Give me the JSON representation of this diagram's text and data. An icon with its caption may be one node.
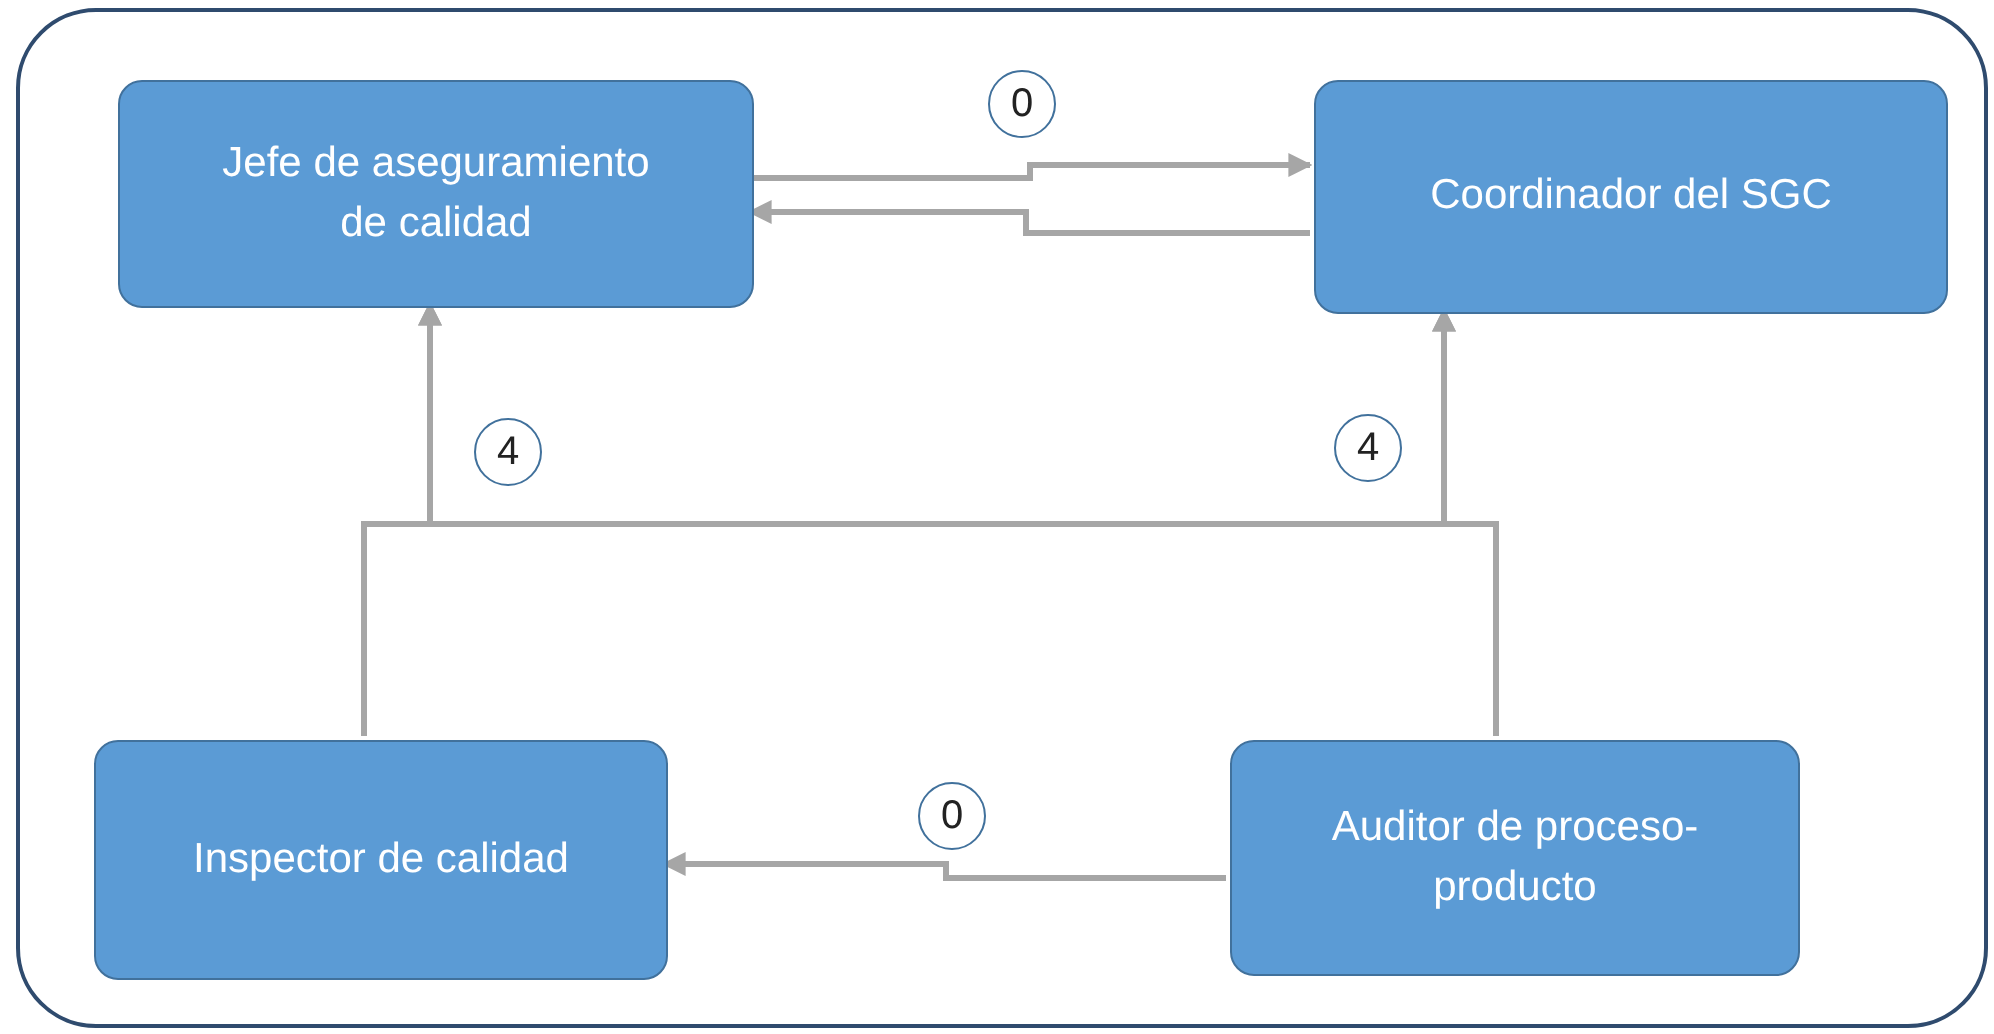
{
  "diagram": {
    "nodes": [
      {
        "text": [],
        "shape": "box"
      },
      {
        "text": [
          "Jefe de aseguramiento de calidad"
        ],
        "in": 0
      },
      {
        "text": [
          "Coordinador del SGC"
        ],
        "in": 0
      },
      {
        "text": [
          "Inspector de calidad"
        ],
        "in": 0
      },
      {
        "text": [
          "Auditor de proceso-producto"
        ],
        "in": 0
      }
    ],
    "edges": [
      {
        "from": 1,
        "to": 2,
        "arrow": "to",
        "label": "0"
      },
      {
        "from": 2,
        "to": 1,
        "arrow": "to"
      },
      {
        "from": 3,
        "to": 1,
        "arrow": "to",
        "label": "4"
      },
      {
        "from": 3,
        "to": 2,
        "arrow": "to"
      },
      {
        "from": 4,
        "to": 1,
        "arrow": "to"
      },
      {
        "from": 4,
        "to": 2,
        "arrow": "to",
        "label": "4"
      },
      {
        "from": 4,
        "to": 3,
        "arrow": "to",
        "label": "0"
      }
    ]
  }
}
